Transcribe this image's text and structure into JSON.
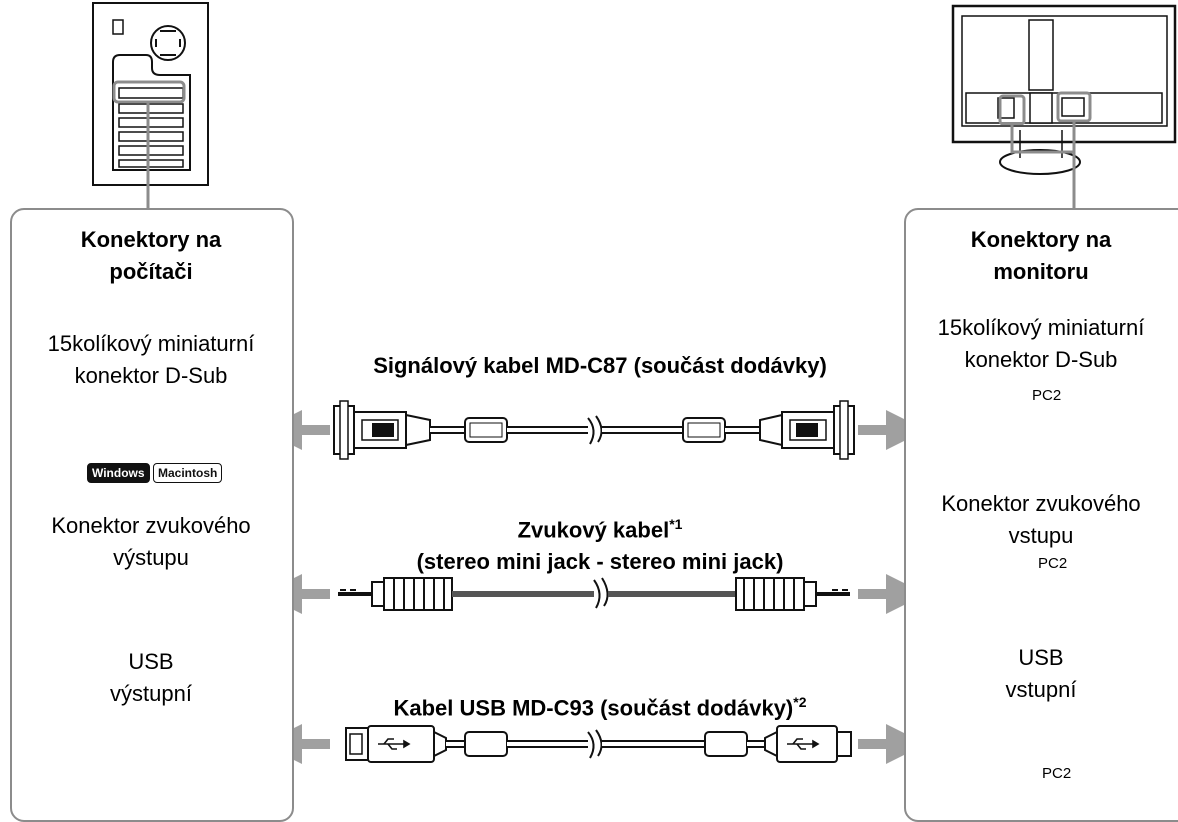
{
  "left_panel": {
    "title_line1": "Konektory na",
    "title_line2": "počítači",
    "dsub_line1": "15kolíkový miniaturní",
    "dsub_line2": "konektor D-Sub",
    "badge_windows": "Windows",
    "badge_mac": "Macintosh",
    "audio_line1": "Konektor zvukového",
    "audio_line2": "výstupu",
    "usb_line1": "USB",
    "usb_line2": "výstupní"
  },
  "right_panel": {
    "title_line1": "Konektory na",
    "title_line2": "monitoru",
    "dsub_line1": "15kolíkový miniaturní",
    "dsub_line2": "konektor D-Sub",
    "dsub_port": "PC2",
    "audio_line1": "Konektor zvukového",
    "audio_line2": "vstupu",
    "audio_port": "PC2",
    "usb_line1": "USB",
    "usb_line2": "vstupní",
    "usb_port": "PC2"
  },
  "cables": {
    "signal_title": "Signálový kabel MD-C87 (součást dodávky)",
    "audio_title_line1": "Zvukový kabel",
    "audio_title_note": "*1",
    "audio_title_line2": "(stereo mini jack - stereo mini jack)",
    "usb_title": "Kabel USB MD-C93 (součást dodávky)",
    "usb_title_note": "*2"
  },
  "colors": {
    "frame_gray": "#8c8c8c",
    "arrow_gray": "#a0a0a0",
    "ink": "#111111"
  }
}
